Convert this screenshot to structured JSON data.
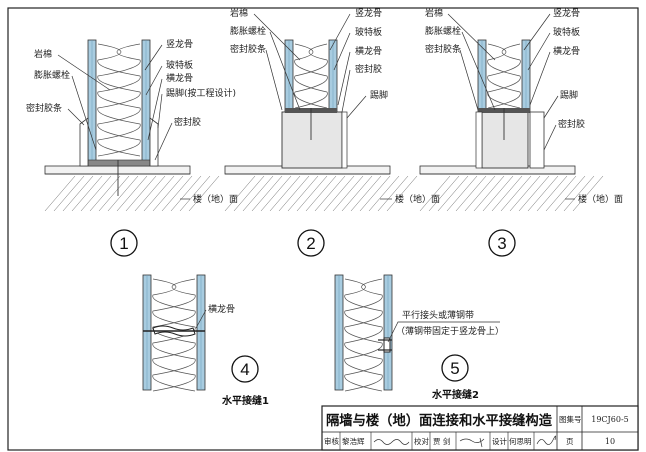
{
  "colors": {
    "panel": "#a8cce0",
    "line": "#333333",
    "concrete": "#e6e6e6"
  },
  "detail1": {
    "number": "1",
    "labels": {
      "rock_wool": "岩棉",
      "expansion_bolt": "膨胀螺栓",
      "seal_strip": "密封胶条",
      "vertical_keel": "竖龙骨",
      "board": "玻特板",
      "horizontal_keel": "横龙骨",
      "skirting": "踢脚(按工程设计)",
      "sealant": "密封胶",
      "floor": "楼（地）面"
    }
  },
  "detail2": {
    "number": "2",
    "labels": {
      "rock_wool": "岩棉",
      "expansion_bolt": "膨胀螺栓",
      "seal_strip": "密封胶条",
      "vertical_keel": "竖龙骨",
      "board": "玻特板",
      "horizontal_keel": "横龙骨",
      "sealant": "密封胶",
      "skirting": "踢脚",
      "floor": "楼（地）面"
    }
  },
  "detail3": {
    "number": "3",
    "labels": {
      "rock_wool": "岩棉",
      "expansion_bolt": "膨胀螺栓",
      "seal_strip": "密封胶条",
      "vertical_keel": "竖龙骨",
      "board": "玻特板",
      "horizontal_keel": "横龙骨",
      "skirting": "踢脚",
      "sealant": "密封胶",
      "floor": "楼（地）面"
    }
  },
  "detail4": {
    "number": "4",
    "caption": "水平接缝1",
    "labels": {
      "horizontal_keel": "横龙骨"
    }
  },
  "detail5": {
    "number": "5",
    "caption": "水平接缝2",
    "labels": {
      "joint": "平行接头或薄钢带",
      "note": "（薄钢带固定于竖龙骨上）"
    }
  },
  "title_block": {
    "title": "隔墙与楼（地）面连接和水平接缝构造",
    "atlas_label": "图集号",
    "atlas_no": "19CJ60-5",
    "review_label": "审核",
    "reviewer": "黎浩辉",
    "check_label": "校对",
    "checker": "贾 剑",
    "design_label": "设计",
    "designer": "何思明",
    "page_label": "页",
    "page_no": "10"
  }
}
